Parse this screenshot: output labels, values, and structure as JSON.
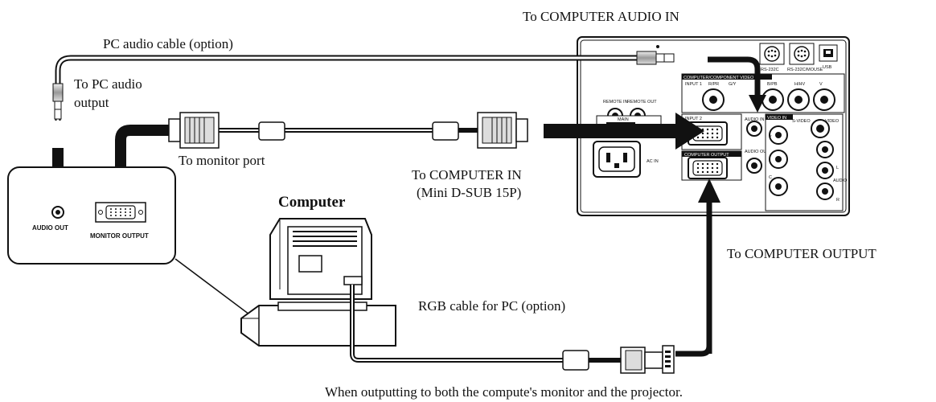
{
  "labels": {
    "to_computer_audio_in": "To COMPUTER AUDIO IN",
    "pc_audio_cable": "PC audio cable (option)",
    "to_pc_audio_output_1": "To PC audio",
    "to_pc_audio_output_2": "output",
    "to_monitor_port": "To monitor port",
    "to_computer_in_1": "To COMPUTER IN",
    "to_computer_in_2": "(Mini D-SUB 15P)",
    "computer": "Computer",
    "to_computer_output": "To COMPUTER OUTPUT",
    "rgb_cable": "RGB cable for PC (option)",
    "caption": "When outputting to both the compute's monitor and the projector."
  },
  "pc_panel": {
    "audio_out": "AUDIO OUT",
    "monitor_output": "MONITOR OUTPUT"
  },
  "projector_panel": {
    "rs232c": "RS-232C",
    "rs232c_mouse": "RS-232C/MOUSE",
    "usb": "USB",
    "remote_in": "REMOTE IN",
    "remote_out": "REMOTE OUT",
    "computer_component_video": "COMPUTER/COMPONENT VIDEO",
    "input_1": "INPUT 1",
    "r_pr": "R/PR",
    "g_y": "G/Y",
    "b_pb": "B/PB",
    "h_hv": "H/HV",
    "v": "V",
    "main": "MAIN",
    "input_2": "INPUT 2",
    "audio_in": "AUDIO IN",
    "ac_in": "AC IN",
    "video_in": "VIDEO IN",
    "s_video": "S-VIDEO",
    "video": "VIDEO",
    "computer_output": "COMPUTER OUTPUT",
    "audio_out": "AUDIO OUT",
    "y": "Y",
    "c": "C",
    "l": "L",
    "r": "R",
    "audio": "AUDIO"
  }
}
